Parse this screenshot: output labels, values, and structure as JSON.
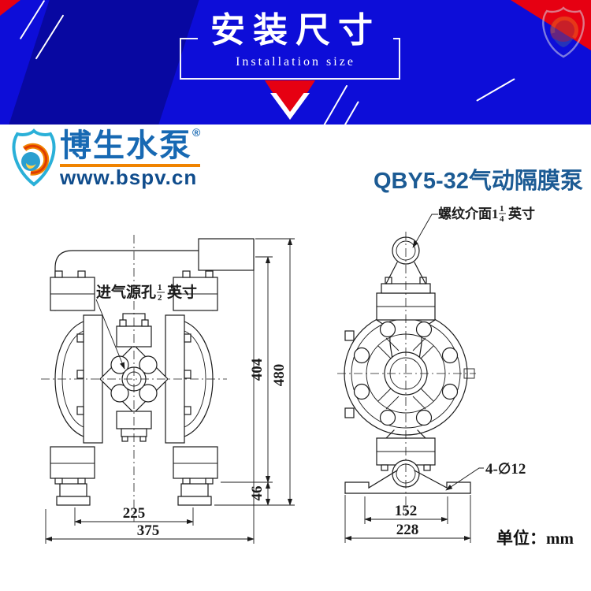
{
  "banner": {
    "title_cn": "安装尺寸",
    "title_en": "Installation size"
  },
  "logo": {
    "brand": "博生水泵",
    "reg": "®",
    "site": "www.bspv.cn"
  },
  "product_title": "QBY5-32气动隔膜泵",
  "drawing": {
    "unit": "单位：mm",
    "front_view": {
      "inlet_label_prefix": "进气源孔",
      "inlet_frac_num": "1",
      "inlet_frac_den": "2",
      "inlet_label_suffix": "英寸",
      "dim_height_to_outlet": "404",
      "dim_overall_height": "480",
      "dim_foot_height": "46",
      "dim_foot_span": "225",
      "dim_overall_width": "375"
    },
    "side_view": {
      "thread_label_prefix": "螺纹介面1",
      "thread_frac_num": "1",
      "thread_frac_den": "4",
      "thread_label_suffix": "英寸",
      "holes_label": "4-∅12",
      "dim_foot_span": "152",
      "dim_overall_depth": "228"
    }
  },
  "colors": {
    "banner_blue": "#0d0dd8",
    "accent_red": "#e60012",
    "brand_blue": "#1769b3",
    "site_blue": "#0f4c8c",
    "brand_orange": "#f08300",
    "product_title_blue": "#1c5b94",
    "drawing_line": "#1b1b1b"
  }
}
